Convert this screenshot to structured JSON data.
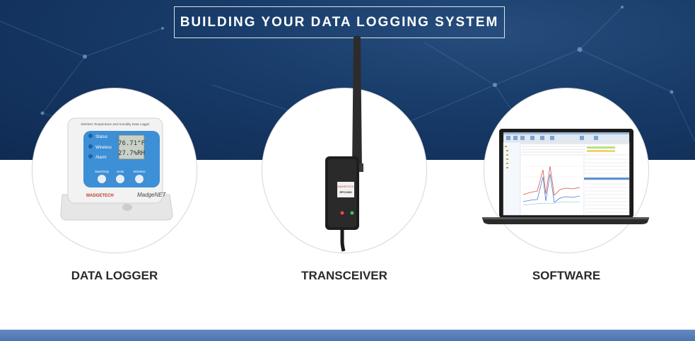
{
  "header": {
    "title": "BUILDING YOUR DATA LOGGING SYSTEM"
  },
  "products": [
    {
      "label": "DATA LOGGER",
      "device_header": "Wireless Temperature and Humidity Data Logger",
      "status_labels": [
        "Status",
        "Wireless",
        "Alarm"
      ],
      "lcd_lines": [
        "76.71°F",
        "27.7%RH"
      ],
      "button_labels": [
        "Start/Stop",
        "Units",
        "Wireless"
      ],
      "brand": "MADGETECH",
      "model": "MadgeNET"
    },
    {
      "label": "TRANSCEIVER",
      "brand": "MADGETECH",
      "model": "RFC1000"
    },
    {
      "label": "SOFTWARE"
    }
  ],
  "colors": {
    "hero_dark": "#0f2b53",
    "hero_light": "#264d7d",
    "footer": "#4c75b2",
    "label_text": "#2a2a2a"
  }
}
